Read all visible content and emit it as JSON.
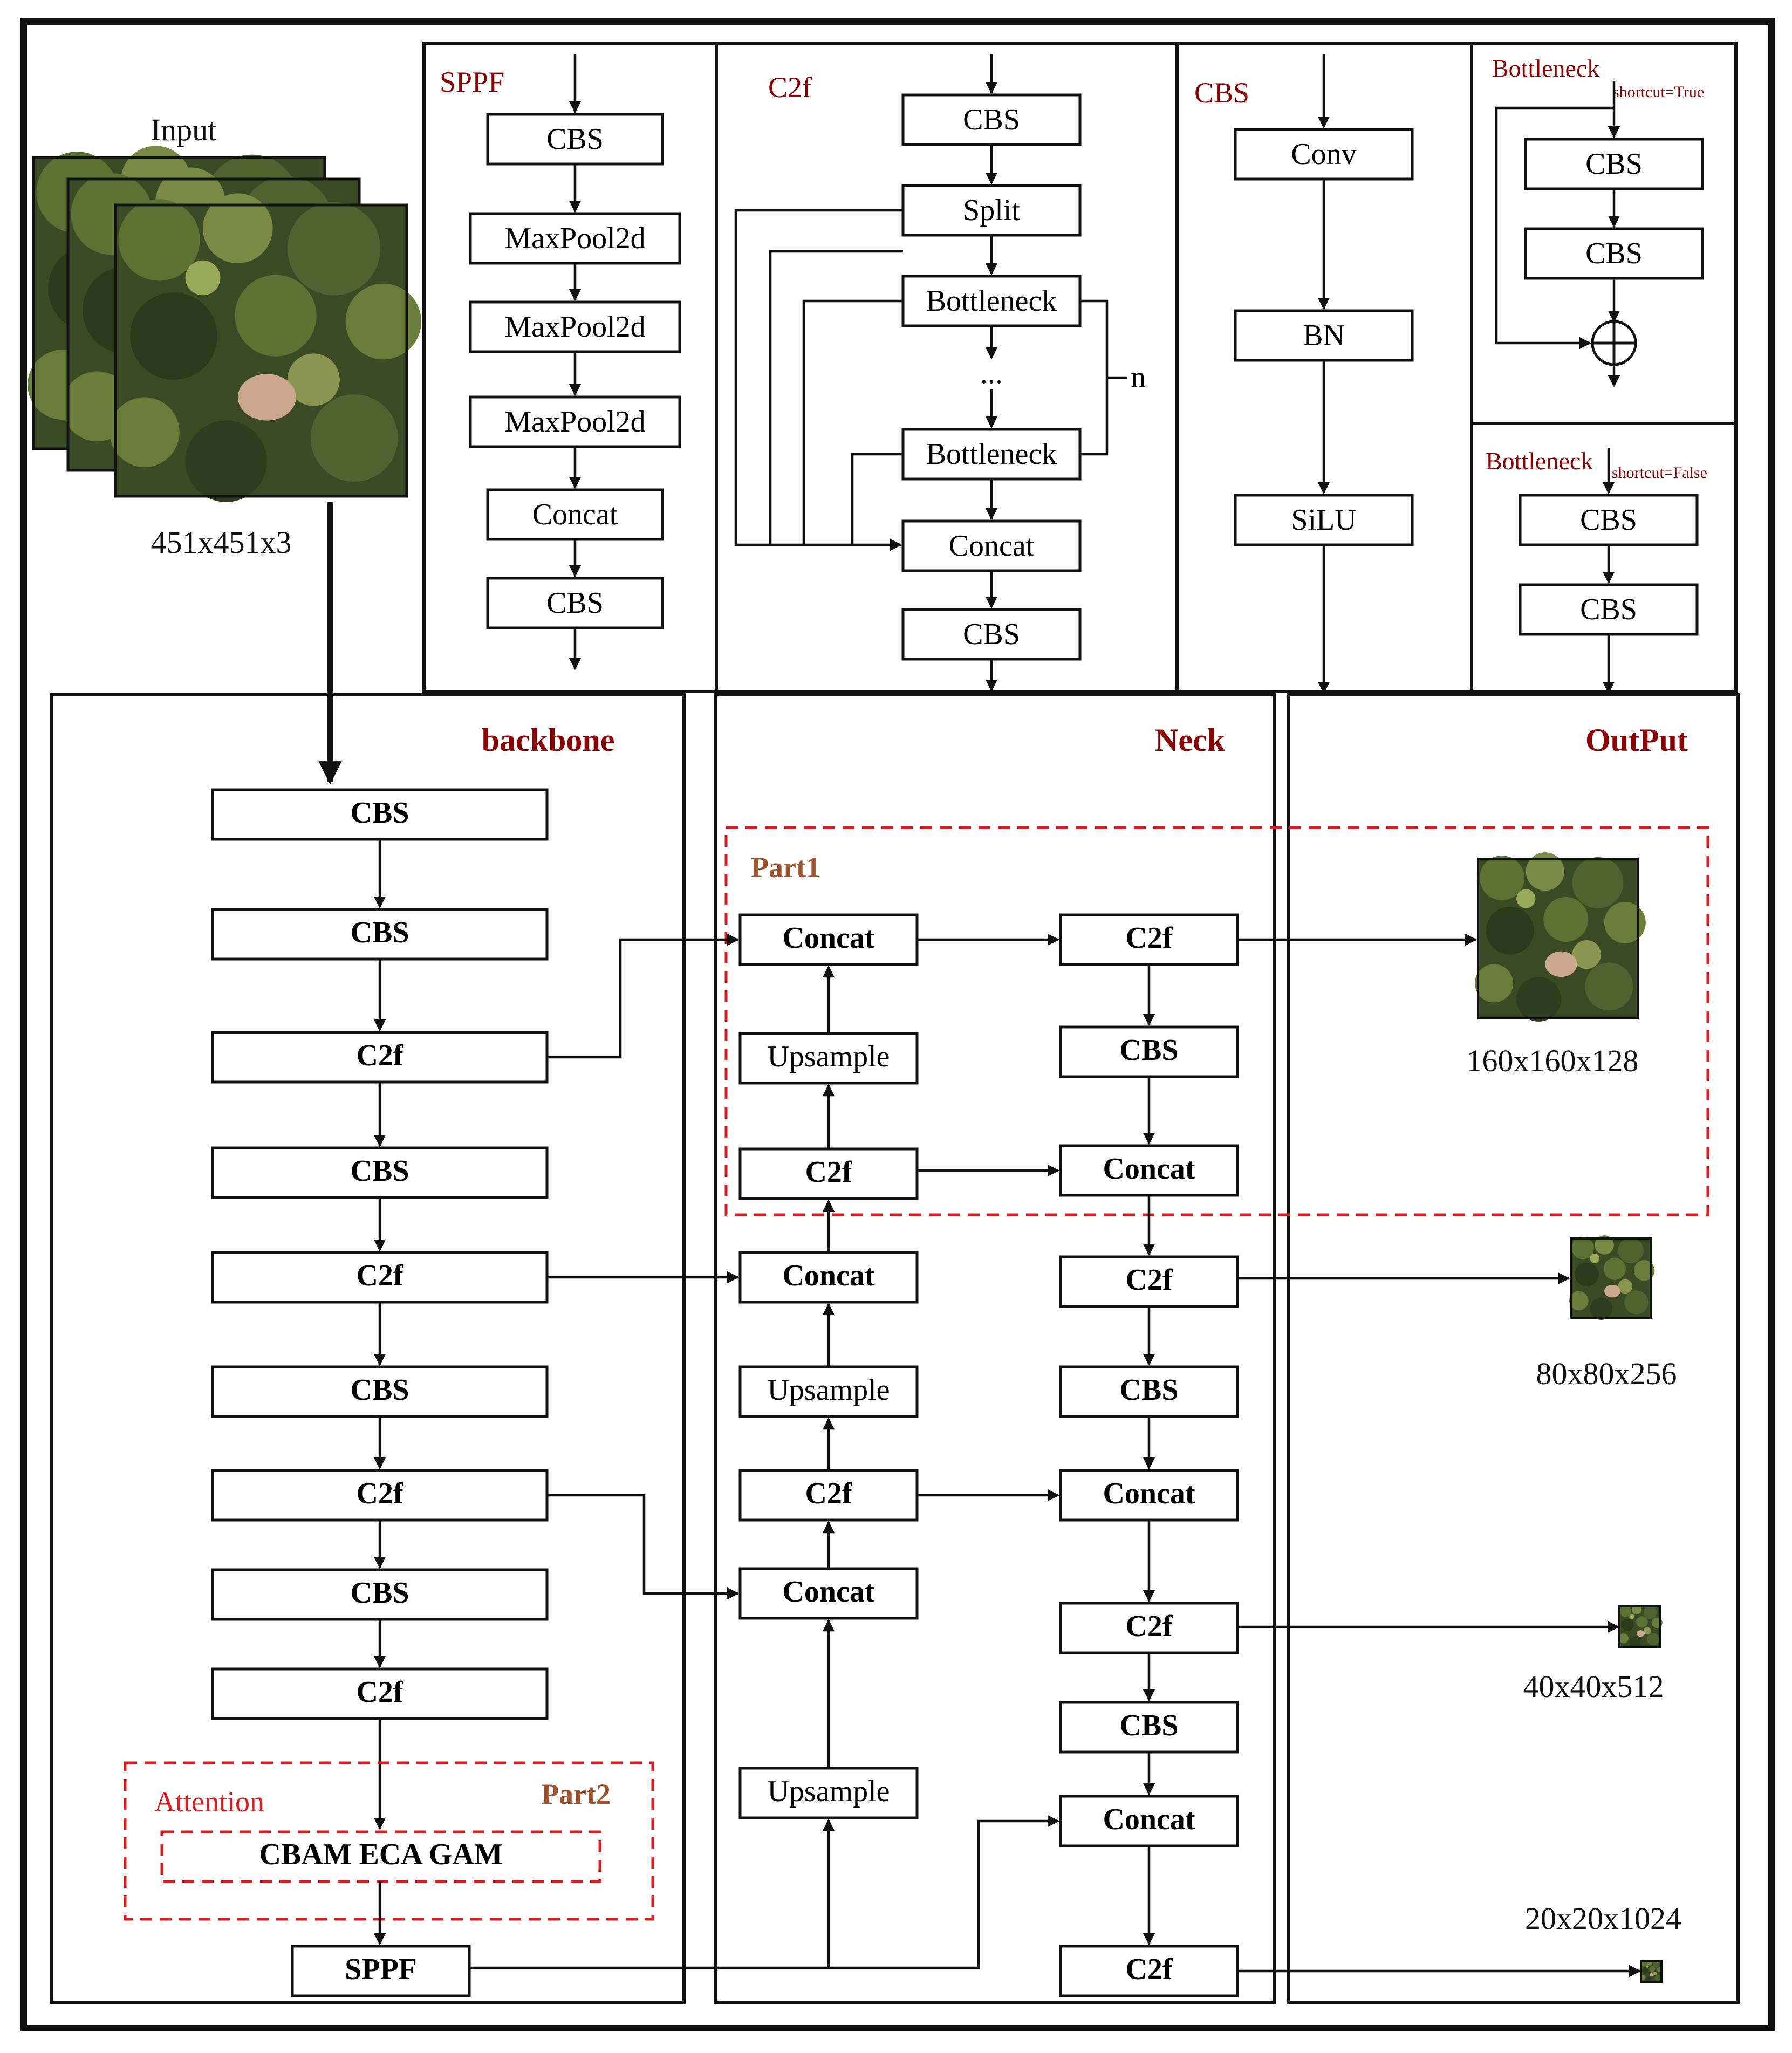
{
  "input": {
    "label": "Input",
    "size": "451x451x3"
  },
  "top_panels": {
    "sppf": {
      "title": "SPPF",
      "blocks": [
        "CBS",
        "MaxPool2d",
        "MaxPool2d",
        "MaxPool2d",
        "Concat",
        "CBS"
      ]
    },
    "c2f": {
      "title": "C2f",
      "blocks": [
        "CBS",
        "Split",
        "Bottleneck",
        "Bottleneck",
        "Concat",
        "CBS"
      ],
      "dots": "...",
      "repeat": "n"
    },
    "cbs": {
      "title": "CBS",
      "blocks": [
        "Conv",
        "BN",
        "SiLU"
      ]
    },
    "bottleneck_true": {
      "title": "Bottleneck",
      "shortcut": "shortcut=True",
      "blocks": [
        "CBS",
        "CBS"
      ]
    },
    "bottleneck_false": {
      "title": "Bottleneck",
      "shortcut": "shortcut=False",
      "blocks": [
        "CBS",
        "CBS"
      ]
    }
  },
  "sections": {
    "backbone": "backbone",
    "neck": "Neck",
    "output": "OutPut"
  },
  "backbone": {
    "blocks": [
      "CBS",
      "CBS",
      "C2f",
      "CBS",
      "C2f",
      "CBS",
      "C2f",
      "CBS",
      "C2f"
    ],
    "part2": "Part2",
    "attention_label": "Attention",
    "attention_modules": "CBAM ECA GAM",
    "sppf": "SPPF"
  },
  "neck": {
    "part1": "Part1",
    "left_column": [
      "Concat",
      "Upsample",
      "C2f",
      "Concat",
      "Upsample",
      "C2f",
      "Concat",
      "Upsample"
    ],
    "right_column": [
      "C2f",
      "CBS",
      "Concat",
      "C2f",
      "CBS",
      "Concat",
      "C2f",
      "CBS",
      "Concat",
      "C2f"
    ]
  },
  "outputs": [
    "160x160x128",
    "80x80x256",
    "40x40x512",
    "20x20x1024"
  ],
  "colors": {
    "title_red": "#8b0000",
    "dash_red": "#e31a1c",
    "part_brown": "#a0522d",
    "foliage_dark": "#2f3d1f",
    "foliage_mid": "#4f6230",
    "foliage_light": "#7a8a45",
    "clearing": "#c9a88c"
  }
}
